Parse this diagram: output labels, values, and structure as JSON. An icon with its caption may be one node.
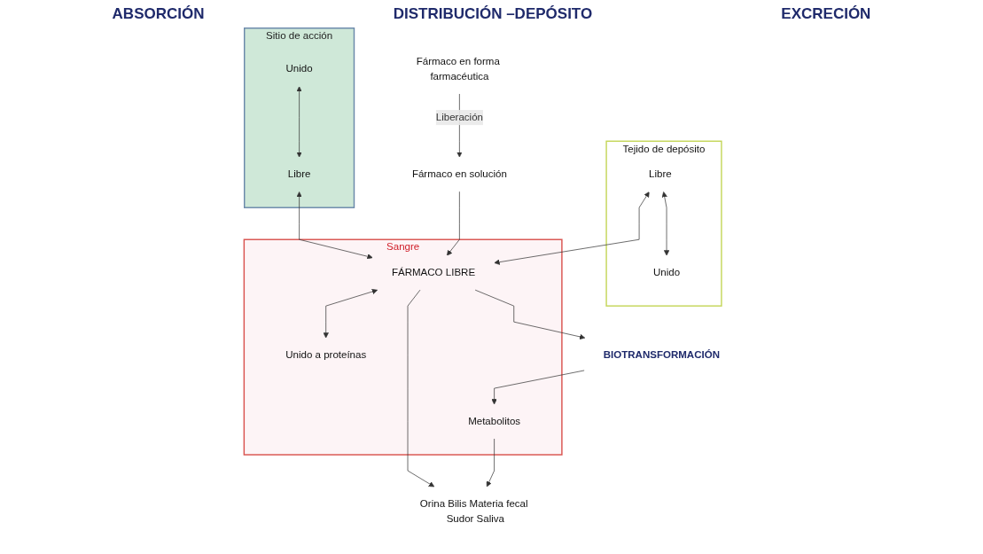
{
  "diagram": {
    "nodes": [
      {
        "text": [
          "Fármaco en forma farmacéutica"
        ]
      },
      {
        "text": [
          "Sitio de acción"
        ]
      },
      {
        "text": [
          "Unido"
        ],
        "in": 1
      },
      {
        "text": [
          "Libre"
        ],
        "in": 1
      },
      {
        "text": [
          "Tejido de depósito"
        ]
      },
      {
        "text": [
          "Libre"
        ],
        "in": 4
      },
      {
        "text": [
          "Unido"
        ],
        "in": 4
      },
      {
        "text": [
          "Fármaco en solución"
        ]
      },
      {
        "text": [
          "Sangre"
        ]
      },
      {
        "text": [
          "FÁRMACO LIBRE"
        ],
        "in": 8
      },
      {
        "text": [
          "Metabolitos"
        ],
        "in": 8
      },
      {
        "text": [
          "Unido a proteínas"
        ],
        "in": 8
      },
      {
        "text": [
          "Orina Bilis Materia fecal Sudor Saliva"
        ]
      },
      {
        "text": [
          "BIOTRANSFORMACIÓN"
        ]
      }
    ],
    "edges": [
      {
        "from": 0,
        "to": 7,
        "arrow": "to",
        "label": "Liberación"
      },
      {
        "from": 2,
        "to": 3,
        "arrow": "both"
      },
      {
        "from": 5,
        "to": 6,
        "arrow": "both"
      },
      {
        "from": 3,
        "to": 9,
        "arrow": "both"
      },
      {
        "from": 5,
        "to": 9,
        "arrow": "both"
      },
      {
        "from": 7,
        "to": 9,
        "arrow": "to"
      },
      {
        "from": 9,
        "to": 11,
        "arrow": "both"
      },
      {
        "from": 9,
        "to": 12,
        "arrow": "to"
      },
      {
        "from": 10,
        "to": 12,
        "arrow": "to"
      },
      {
        "from": 9,
        "to": 13,
        "arrow": "to"
      },
      {
        "from": 13,
        "to": 10,
        "arrow": "to"
      }
    ],
    "labels": [
      "ABSORCIÓN",
      "DISTRIBUCIÓN –DEPÓSITO",
      "EXCRECIÓN"
    ]
  }
}
